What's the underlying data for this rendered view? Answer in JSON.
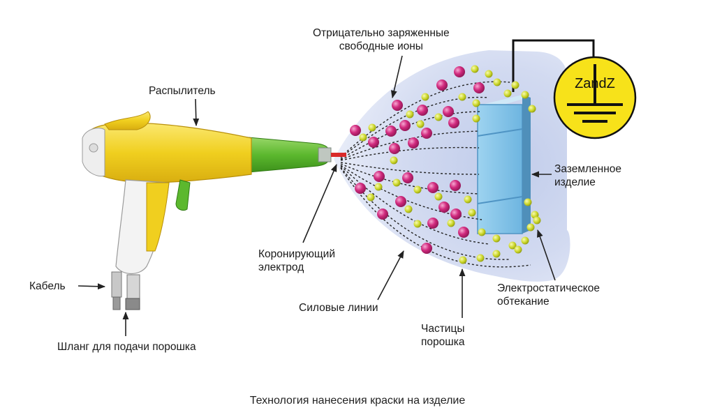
{
  "labels": {
    "ions_line1": "Отрицательно заряженные",
    "ions_line2": "свободные ионы",
    "gun": "Распылитель",
    "grounded_line1": "Заземленное",
    "grounded_line2": "изделие",
    "electrode_line1": "Коронирующий",
    "electrode_line2": "электрод",
    "cable": "Кабель",
    "field_lines": "Силовые линии",
    "particles_line1": "Частицы",
    "particles_line2": "порошка",
    "wrap_line1": "Электростатическое",
    "wrap_line2": "обтекание",
    "hose": "Шланг для подачи порошка"
  },
  "logo_text": "ZandZ",
  "caption": "Технология нанесения краски на изделие",
  "colors": {
    "gun_body": "#f2d42a",
    "nozzle": "#5cb82e",
    "ion": "#d12a7e",
    "powder": "#d6e02a",
    "part": "#7fc1e8",
    "cloud": "#c9d3ec",
    "ground_badge": "#f7e21a"
  }
}
